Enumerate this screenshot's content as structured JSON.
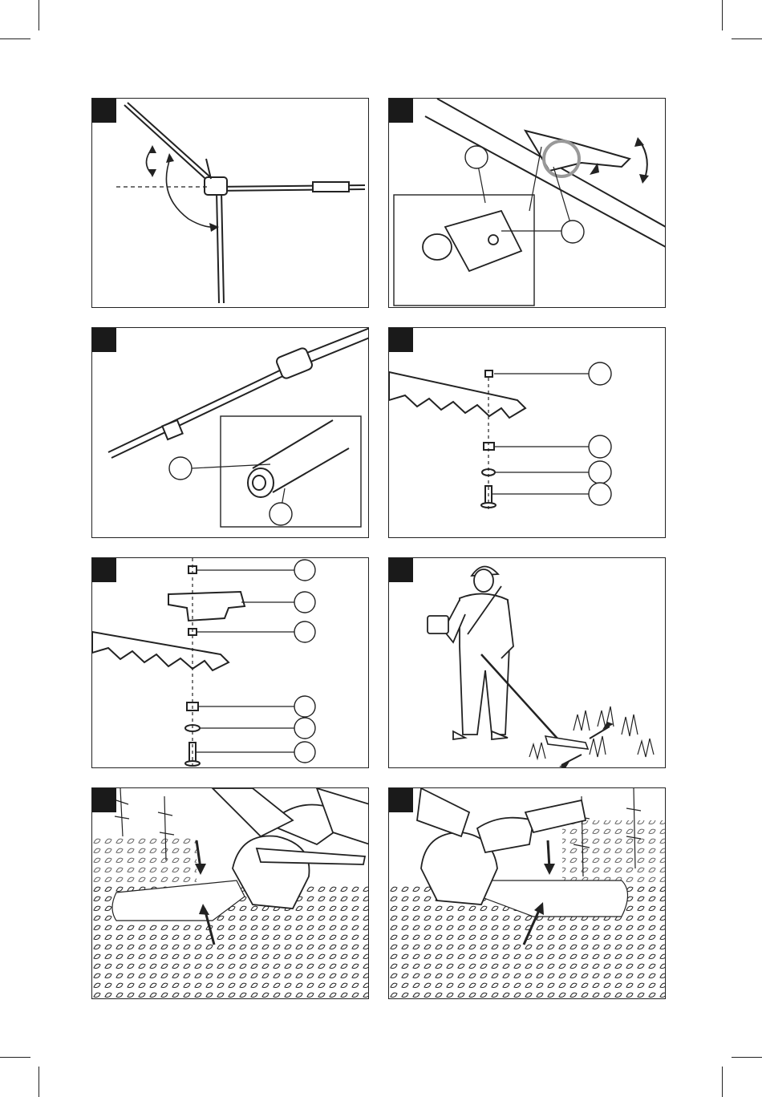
{
  "page": {
    "title": "",
    "panels": [
      {
        "id": "1",
        "label": "",
        "caption": ""
      },
      {
        "id": "2",
        "label": "",
        "caption": ""
      },
      {
        "id": "3",
        "label": "",
        "caption": ""
      },
      {
        "id": "4",
        "label": "",
        "caption": ""
      },
      {
        "id": "5",
        "label": "",
        "caption": ""
      },
      {
        "id": "6",
        "label": "",
        "caption": ""
      },
      {
        "id": "7",
        "label": "",
        "caption": ""
      },
      {
        "id": "8",
        "label": "",
        "caption": ""
      }
    ]
  },
  "colors": {
    "line": "#222222",
    "tab": "#1a1a1a",
    "paper": "#ffffff",
    "gray": "#e6e6e6"
  },
  "icons": [
    "angle-adjust-icon",
    "lock-lever-icon",
    "shaft-coupling-icon",
    "blade-assembly-icon",
    "mount-bracket-icon",
    "operator-icon",
    "cut-down-icon",
    "cut-up-icon"
  ]
}
